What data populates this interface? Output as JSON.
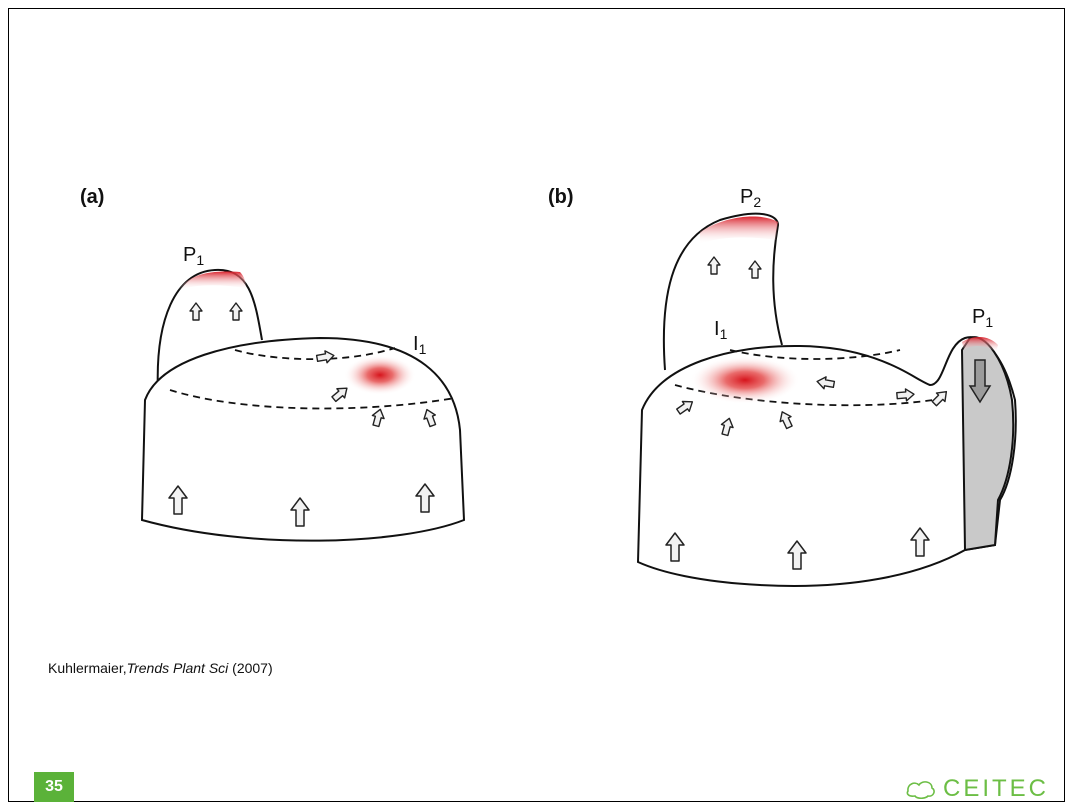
{
  "figure": {
    "panel_a": {
      "letter": "(a)",
      "primordium_label": "P",
      "primordium_sub": "1",
      "initium_label": "I",
      "initium_sub": "1"
    },
    "panel_b": {
      "letter": "(b)",
      "primordium2_label": "P",
      "primordium2_sub": "2",
      "primordium1_label": "P",
      "primordium1_sub": "1",
      "initium_label": "I",
      "initium_sub": "1"
    }
  },
  "citation": {
    "author": "Kuhlermaier,",
    "journal": "Trends Plant Sci",
    "year": " (2007)"
  },
  "footer": {
    "page_number": "35",
    "logo_text": "CEITEC",
    "accent_color": "#5bb239"
  }
}
